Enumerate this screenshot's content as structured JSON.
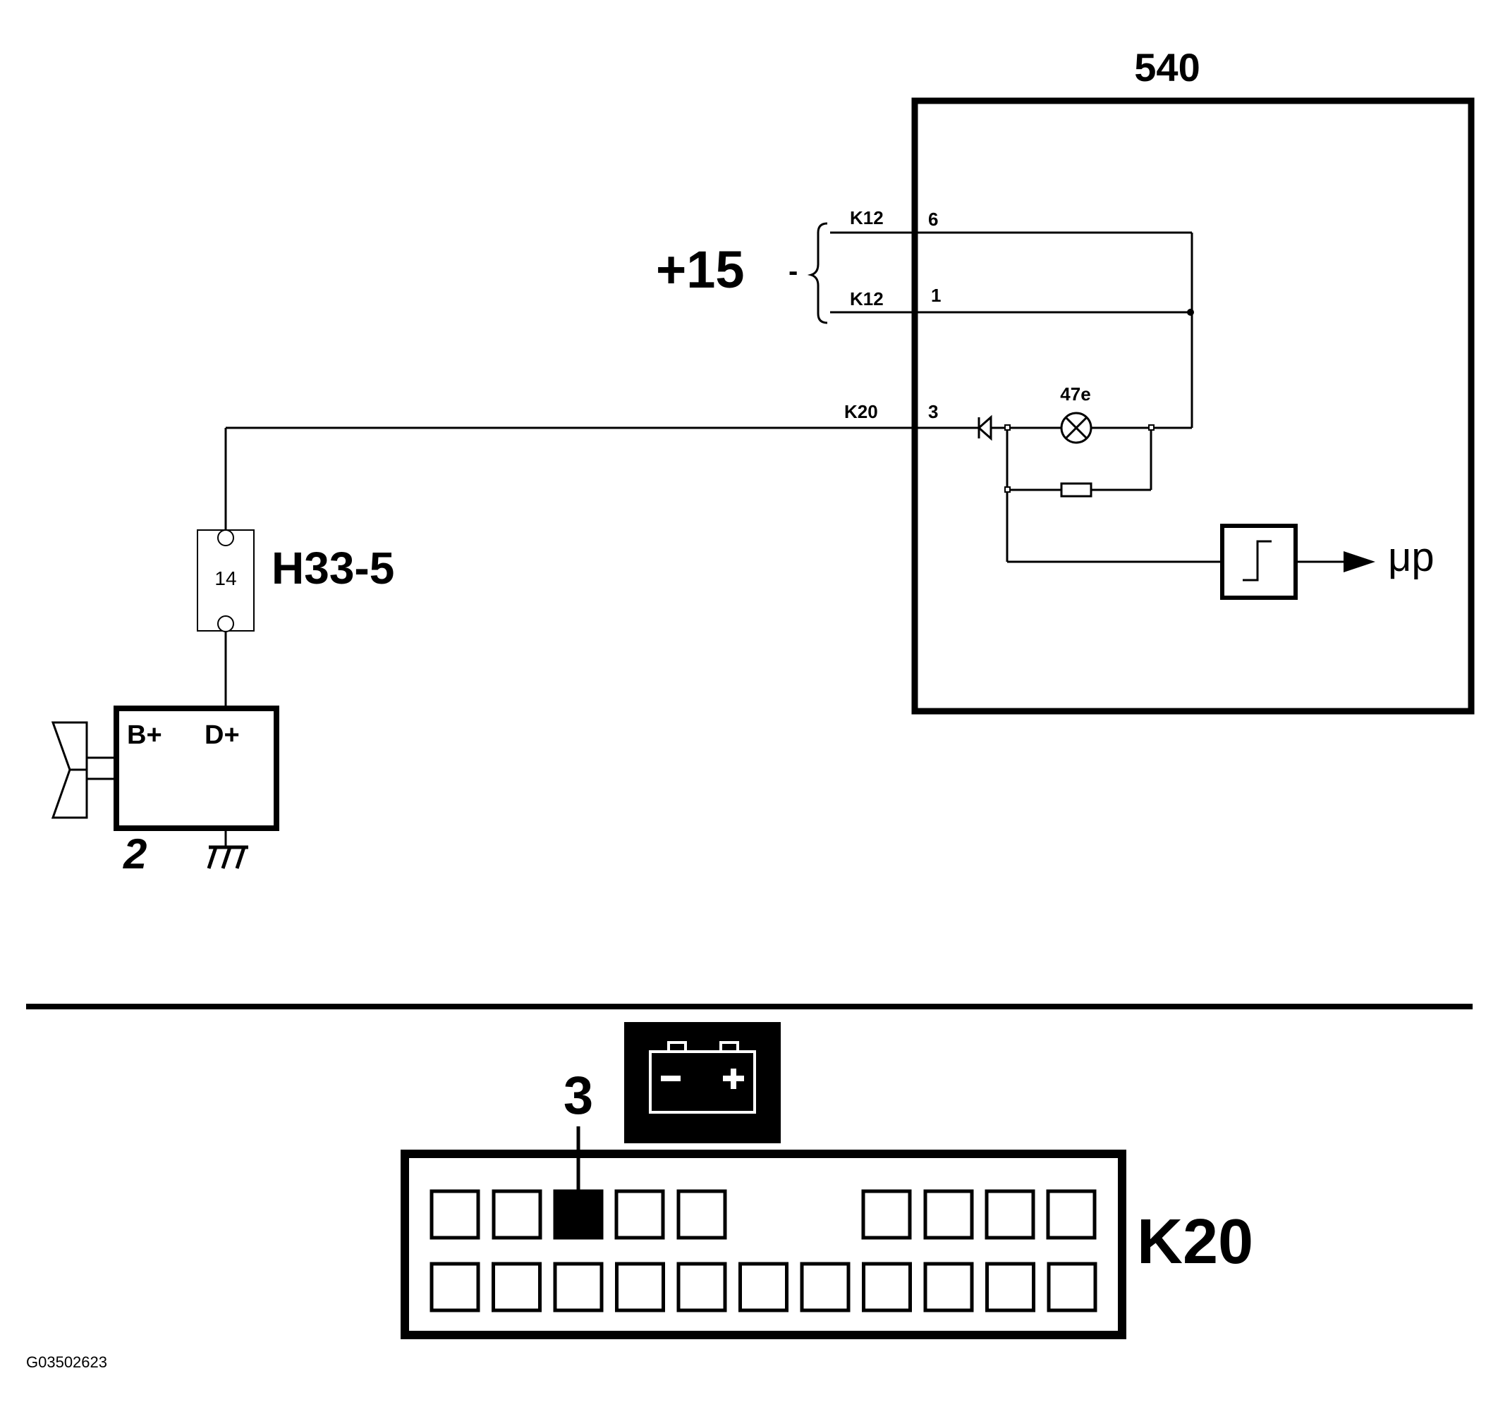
{
  "circuit": {
    "module_label": "540",
    "supply_label": "+15",
    "supply_dash": "-",
    "connector_k12_a": "K12",
    "connector_k12_a_pin": "6",
    "connector_k12_b": "K12",
    "connector_k12_b_pin": "1",
    "connector_k20": "K20",
    "connector_k20_pin": "3",
    "lamp_label": "47e",
    "output_label": "μp",
    "junction_label": "H33-5",
    "junction_pin": "14",
    "alternator_b_plus": "B+",
    "alternator_d_plus": "D+",
    "alternator_label": "2"
  },
  "connector_view": {
    "pin_label": "3",
    "connector_name": "K20",
    "top_row_pins": 9,
    "bottom_row_pins": 11,
    "highlighted_pin": 3,
    "icon": "battery-icon"
  },
  "figure_id": "G03502623"
}
